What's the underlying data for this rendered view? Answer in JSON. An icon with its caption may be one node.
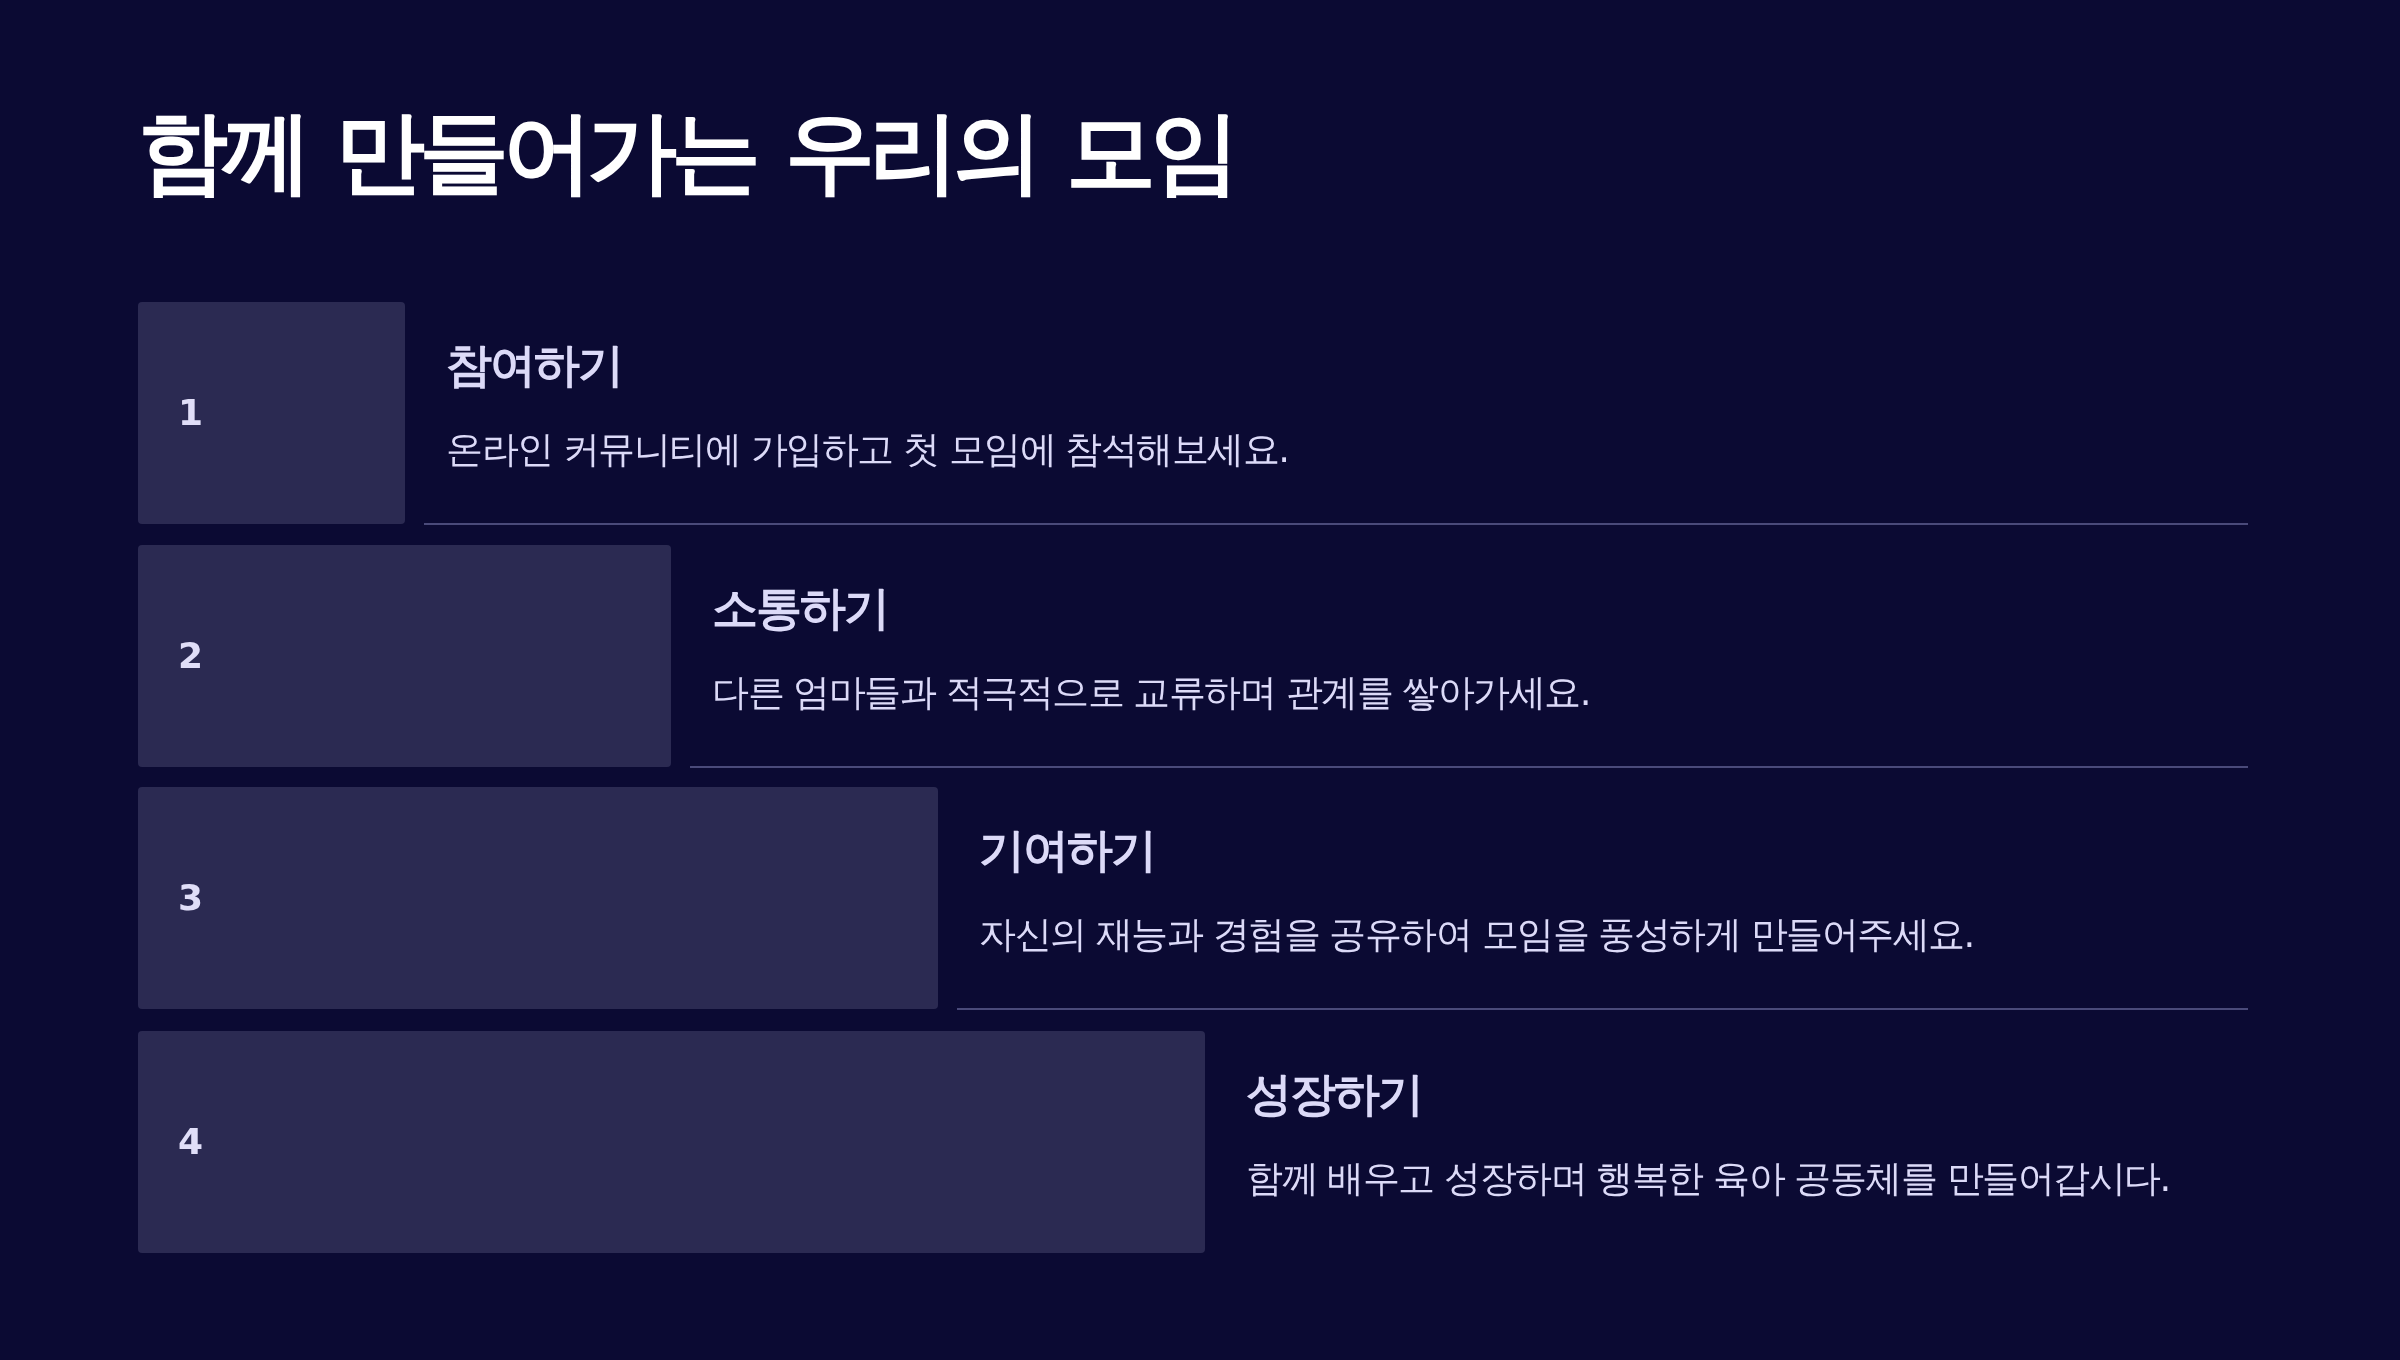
{
  "diagram": {
    "title": "함께 만들어가는 우리의 모임",
    "nodes": [
      {
        "text": [
          "1"
        ],
        "beside": [
          "참여하기",
          "온라인 커뮤니티에 가입하고 첫 모임에 참석해보세요."
        ]
      },
      {
        "text": [
          "2"
        ],
        "beside": [
          "소통하기",
          "다른 엄마들과 적극적으로 교류하며 관계를 쌓아가세요."
        ]
      },
      {
        "text": [
          "3"
        ],
        "beside": [
          "기여하기",
          "자신의 재능과 경험을 공유하여 모임을 풍성하게 만들어주세요."
        ]
      },
      {
        "text": [
          "4"
        ],
        "beside": [
          "성장하기",
          "함께 배우고 성장하며 행복한 육아 공동체를 만들어갑시다."
        ]
      }
    ]
  }
}
